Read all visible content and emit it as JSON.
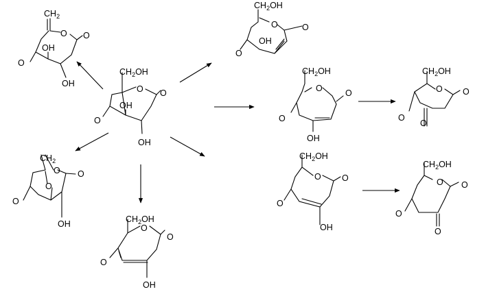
{
  "labels": {
    "ring_o": "O",
    "o": "O",
    "oh": "OH",
    "ch2oh_prefix": "CH",
    "ch2oh_sub": "2",
    "ch2oh_suffix": "OH",
    "ch2_prefix": "CH",
    "ch2_sub": "2"
  },
  "colors": {
    "ink": "#000000",
    "background": "#ffffff"
  }
}
